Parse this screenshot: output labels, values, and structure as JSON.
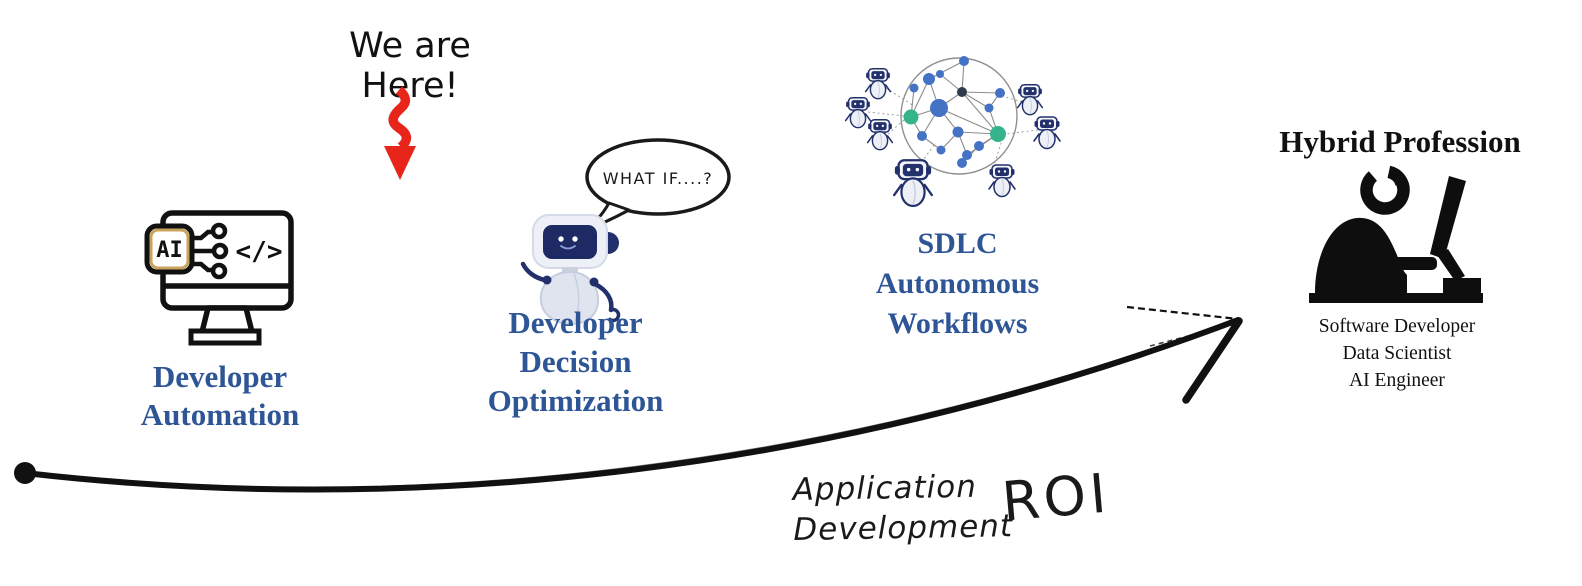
{
  "marker": {
    "label": "We are Here!"
  },
  "stages": [
    {
      "title_lines": [
        "Developer",
        "Automation"
      ],
      "icon": "ai-monitor-icon",
      "icon_labels": {
        "chip": "AI",
        "code": "</>"
      }
    },
    {
      "title_lines": [
        "Developer",
        "Decision",
        "Optimization"
      ],
      "icon": "what-if-robot-icon",
      "speech_bubble": "WHAT IF....?"
    },
    {
      "title_lines": [
        "SDLC",
        "Autonomous",
        "Workflows"
      ],
      "icon": "robot-network-icon"
    },
    {
      "title": "Hybrid Profession",
      "icon": "person-at-computer-icon",
      "roles": [
        "Software Developer",
        "Data Scientist",
        "AI Engineer"
      ]
    }
  ],
  "axis": {
    "label_lines": [
      "Application",
      "Development"
    ],
    "roi_label": "ROI"
  },
  "colors": {
    "heading_blue": "#2E5596",
    "marker_red": "#E8251B",
    "node_blue": "#4472C4",
    "node_green": "#35B48B",
    "robot_navy": "#22306B",
    "ink": "#111111"
  }
}
